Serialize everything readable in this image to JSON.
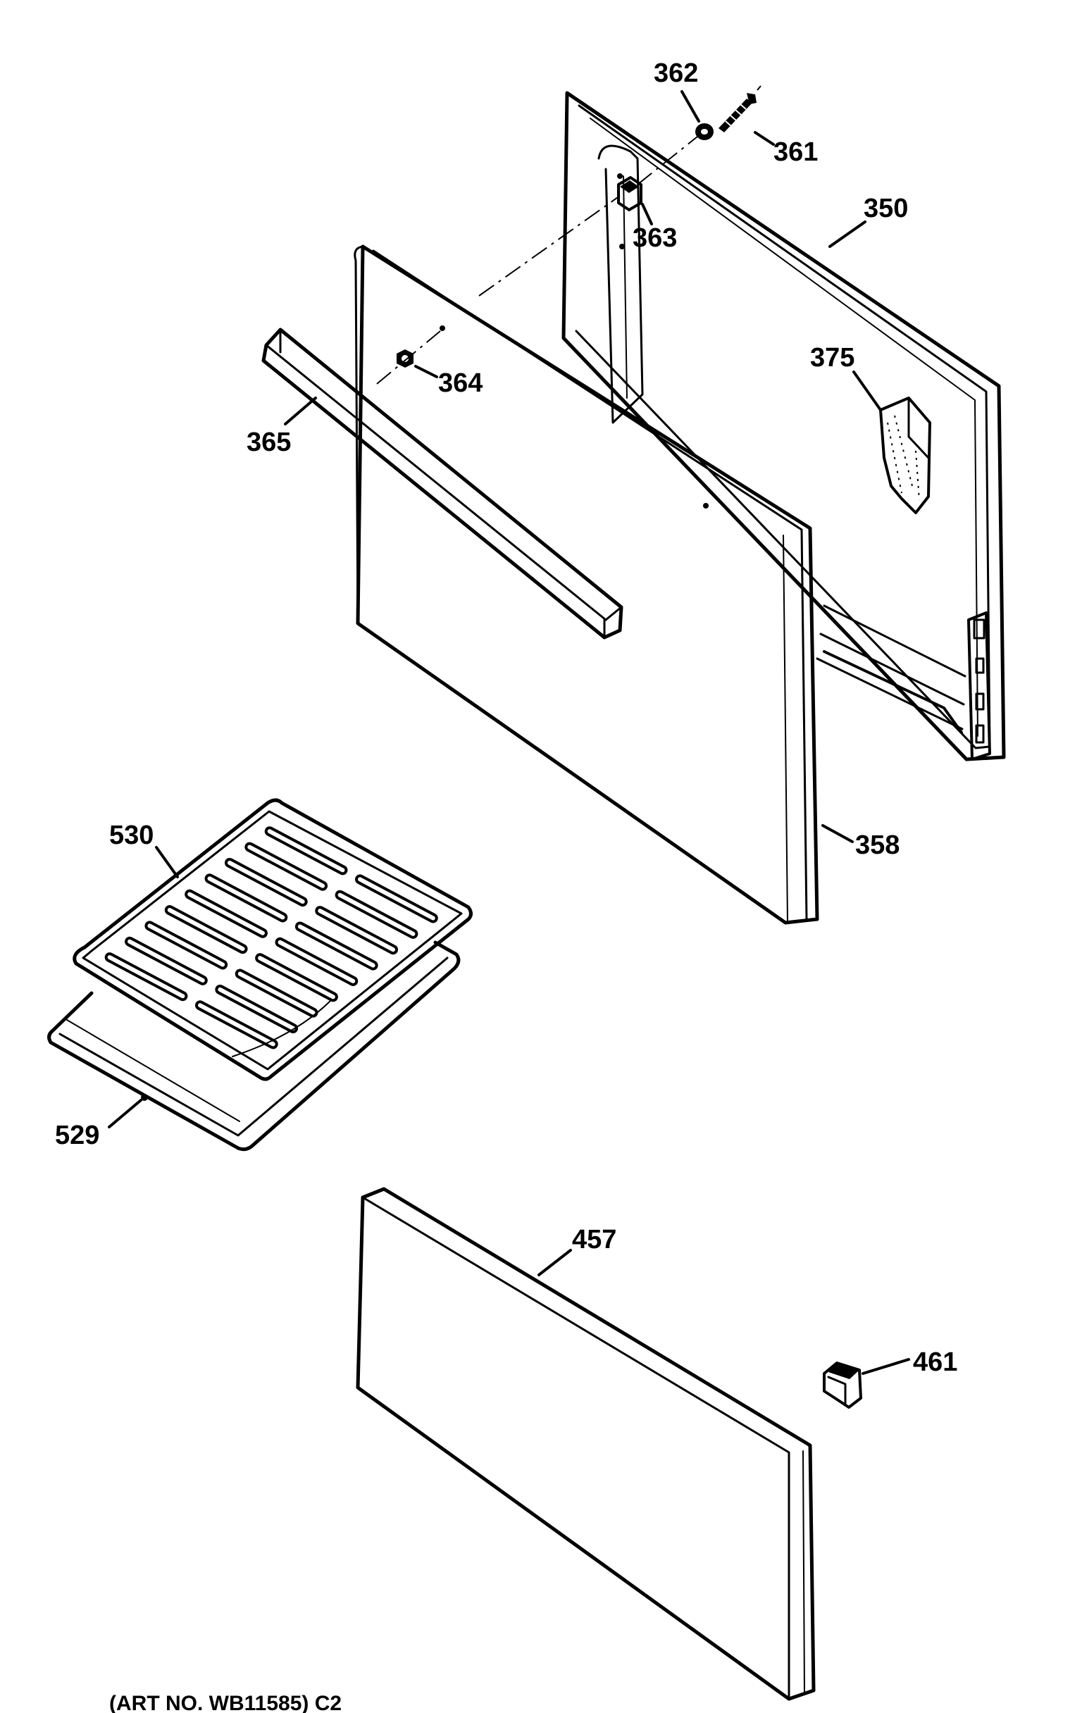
{
  "labels": {
    "l350": "350",
    "l358": "358",
    "l361": "361",
    "l362": "362",
    "l363": "363",
    "l364": "364",
    "l365": "365",
    "l375": "375",
    "l457": "457",
    "l461": "461",
    "l529": "529",
    "l530": "530"
  },
  "caption": "(ART NO. WB11585) C2",
  "colors": {
    "line": "#000000",
    "background": "#ffffff"
  }
}
